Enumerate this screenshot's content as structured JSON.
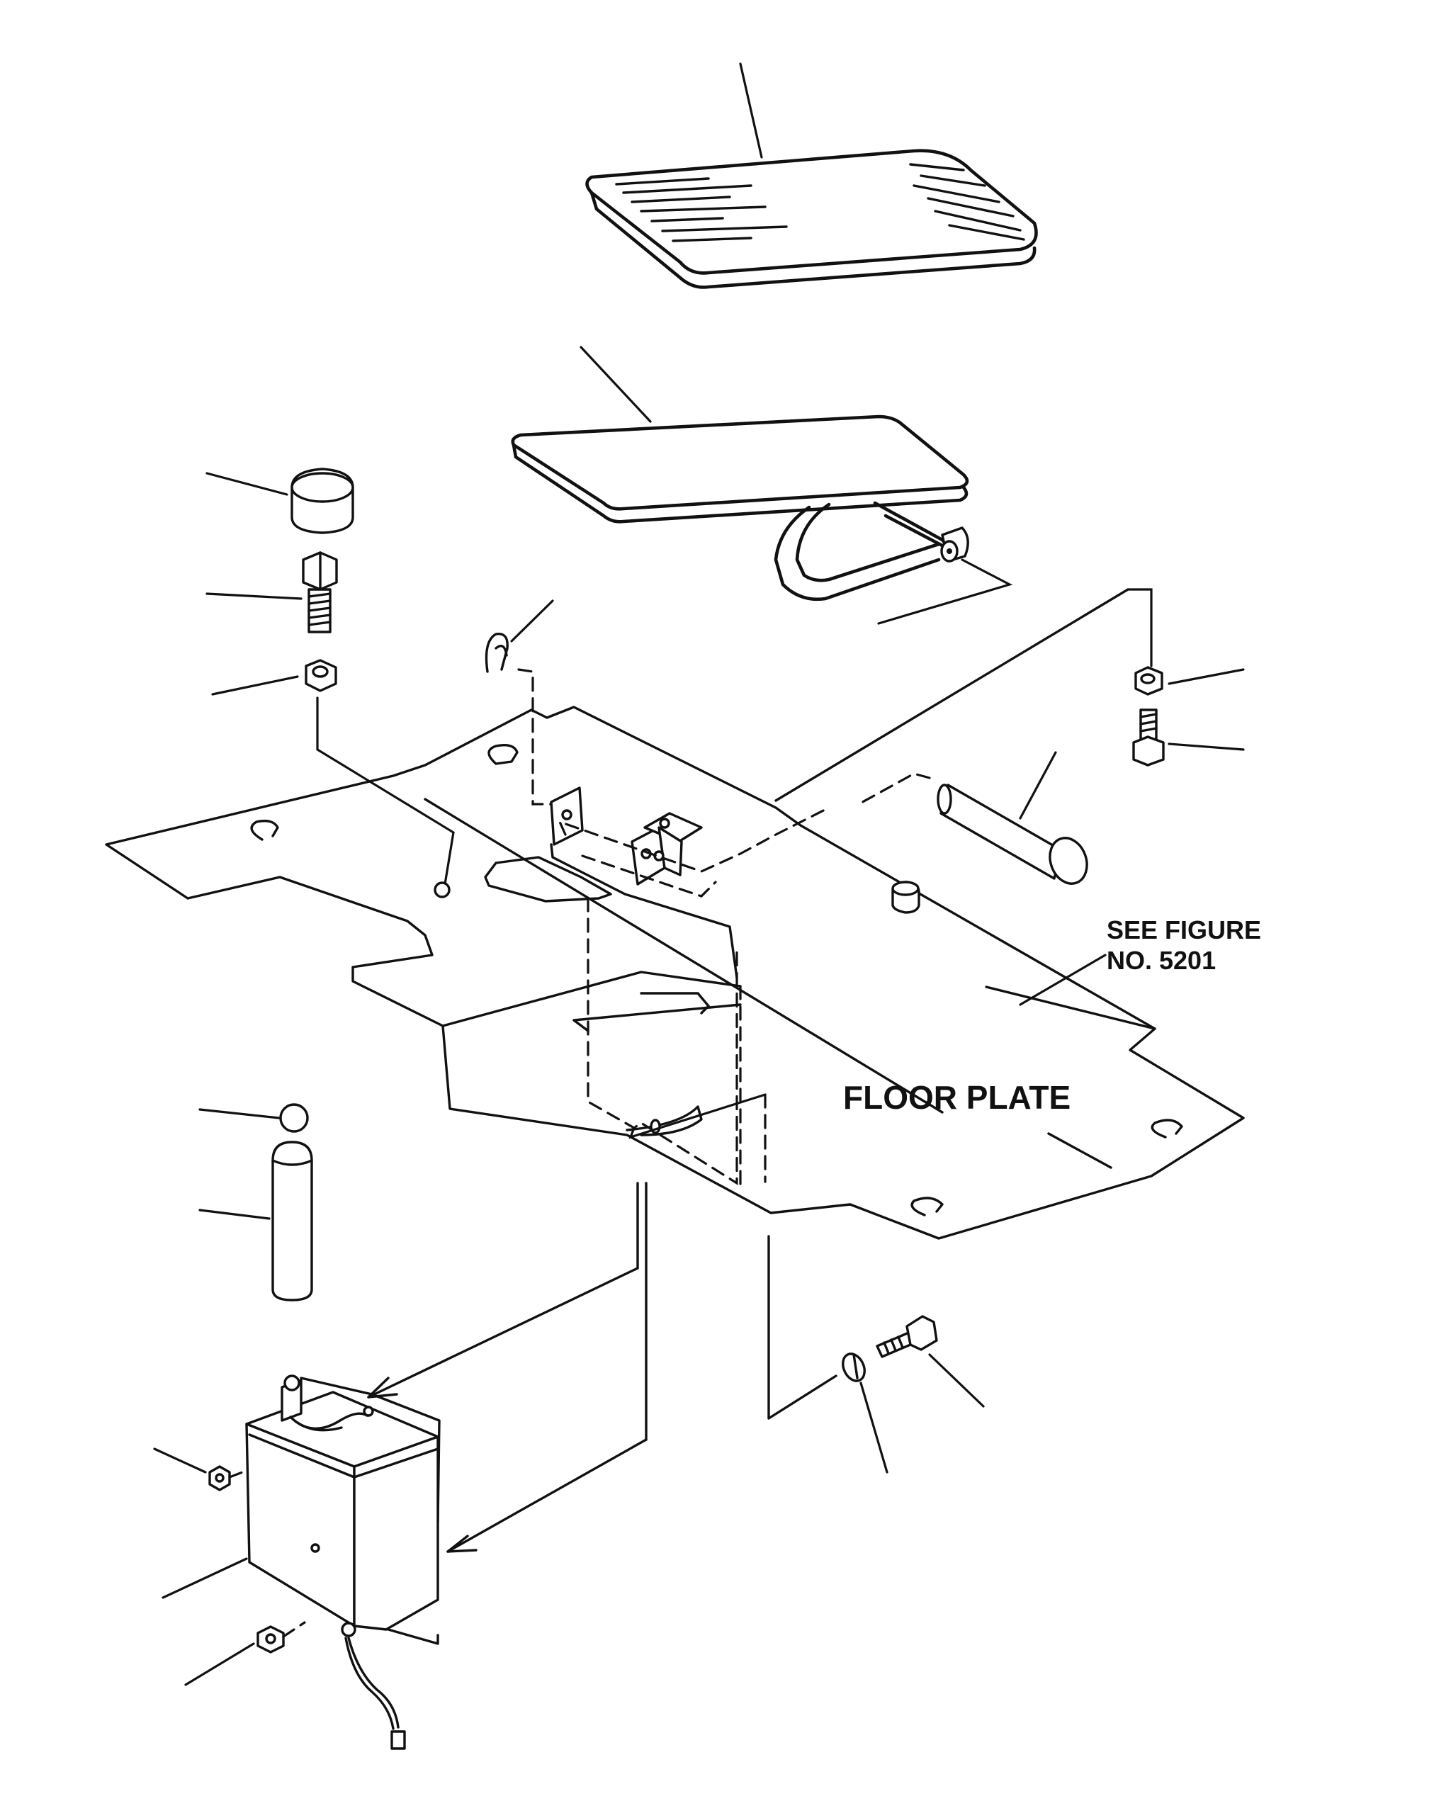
{
  "labels": {
    "floor_plate": "FLOOR PLATE",
    "see_figure_line1": "SEE FIGURE",
    "see_figure_line2": "NO. 5201"
  },
  "colors": {
    "ink": "#111111",
    "paper": "#ffffff"
  }
}
